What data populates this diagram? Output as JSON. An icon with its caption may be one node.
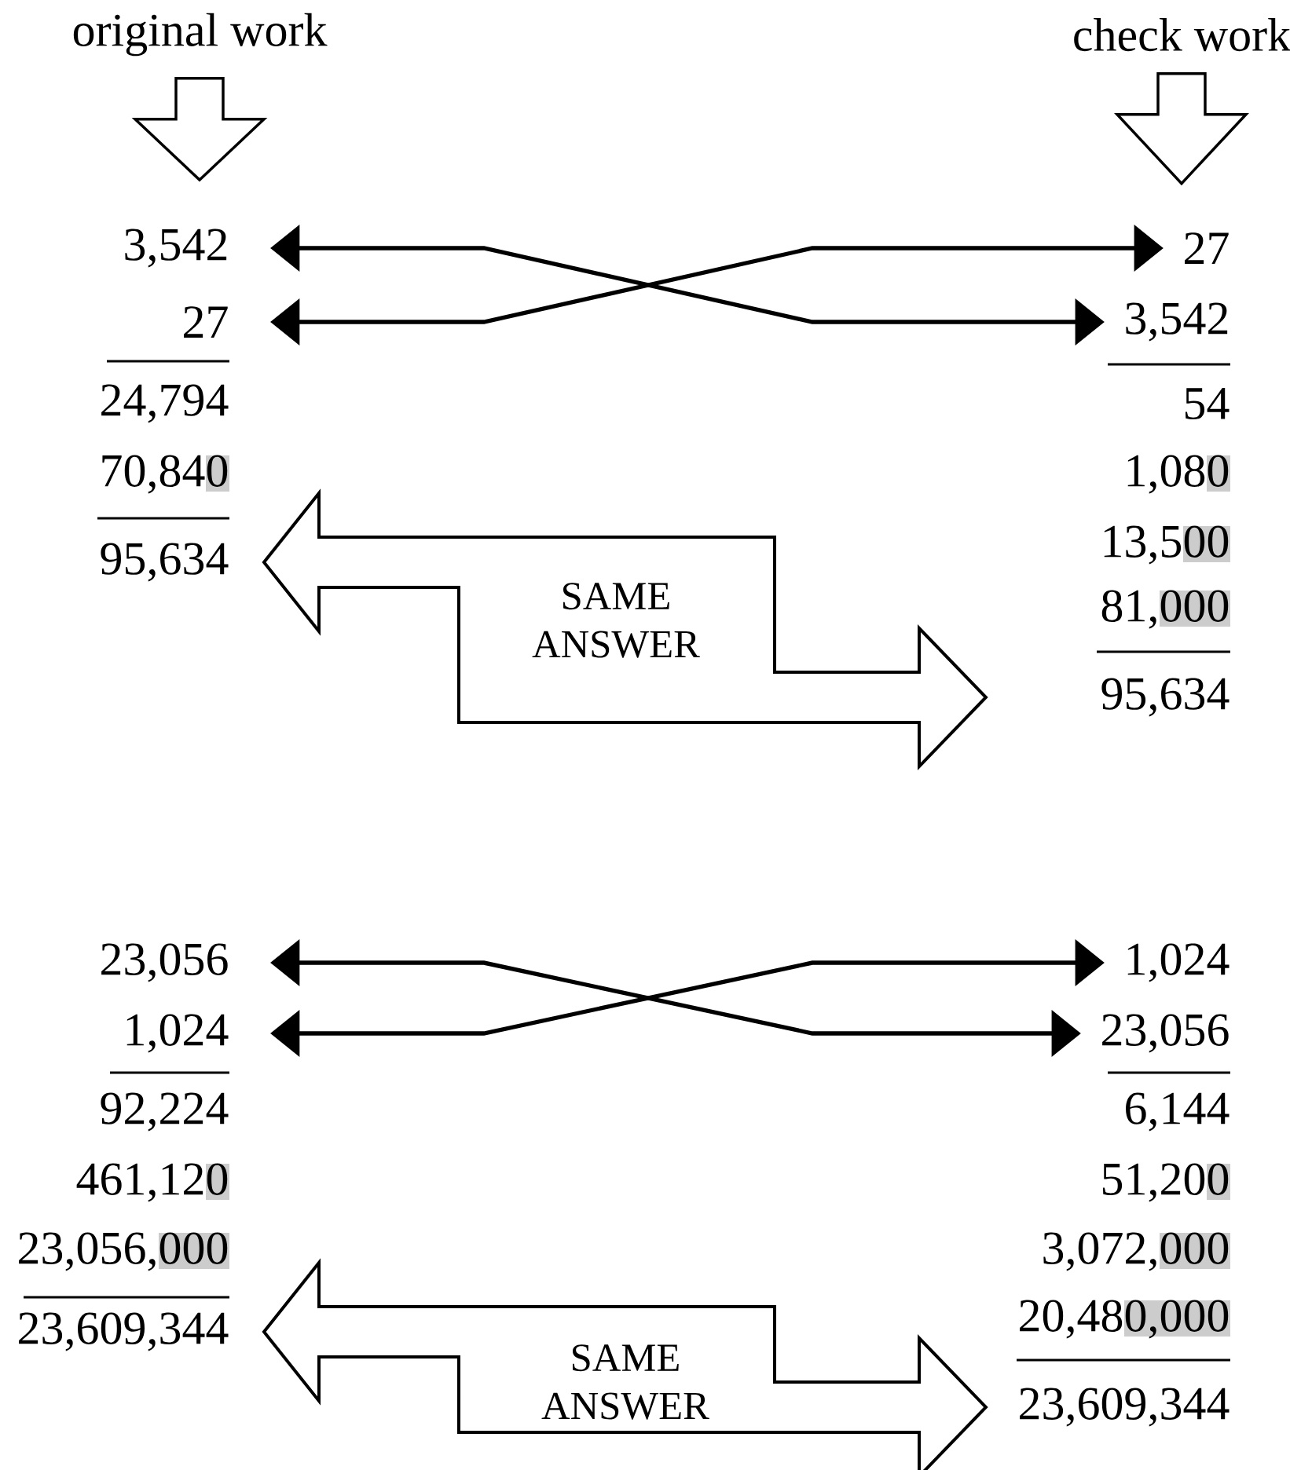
{
  "diagram": {
    "nodes": [
      {
        "text": [
          "original work"
        ]
      },
      {
        "text": [
          "check work"
        ]
      },
      {
        "text": [
          "3,542"
        ]
      },
      {
        "text": [
          "27"
        ]
      },
      {
        "text": [
          "27"
        ]
      },
      {
        "text": [
          "3,542"
        ]
      },
      {
        "text": [
          "95,634"
        ]
      },
      {
        "text": [
          "95,634"
        ]
      },
      {
        "text": [
          "23,056"
        ]
      },
      {
        "text": [
          "1,024"
        ]
      },
      {
        "text": [
          "1,024"
        ]
      },
      {
        "text": [
          "23,056"
        ]
      },
      {
        "text": [
          "23,609,344"
        ]
      },
      {
        "text": [
          "23,609,344"
        ]
      }
    ],
    "edges": [
      {
        "from": 0,
        "to": 2,
        "arrow": "to",
        "style": "thick"
      },
      {
        "from": 1,
        "to": 4,
        "arrow": "to",
        "style": "thick"
      },
      {
        "from": 2,
        "to": 5,
        "arrow": "both"
      },
      {
        "from": 3,
        "to": 4,
        "arrow": "both"
      },
      {
        "from": 6,
        "to": 7,
        "arrow": "both",
        "style": "thick",
        "label": "SAME ANSWER"
      },
      {
        "from": 8,
        "to": 11,
        "arrow": "both"
      },
      {
        "from": 9,
        "to": 10,
        "arrow": "both"
      },
      {
        "from": 12,
        "to": 13,
        "arrow": "both",
        "style": "thick",
        "label": "SAME ANSWER"
      }
    ],
    "labels": [
      "24,794",
      "54",
      "70,840",
      "1,080",
      "13,500",
      "81,000",
      "92,224",
      "6,144",
      "461,120",
      "51,200",
      "23,056,000",
      "3,072,000",
      "20,480,000"
    ]
  }
}
